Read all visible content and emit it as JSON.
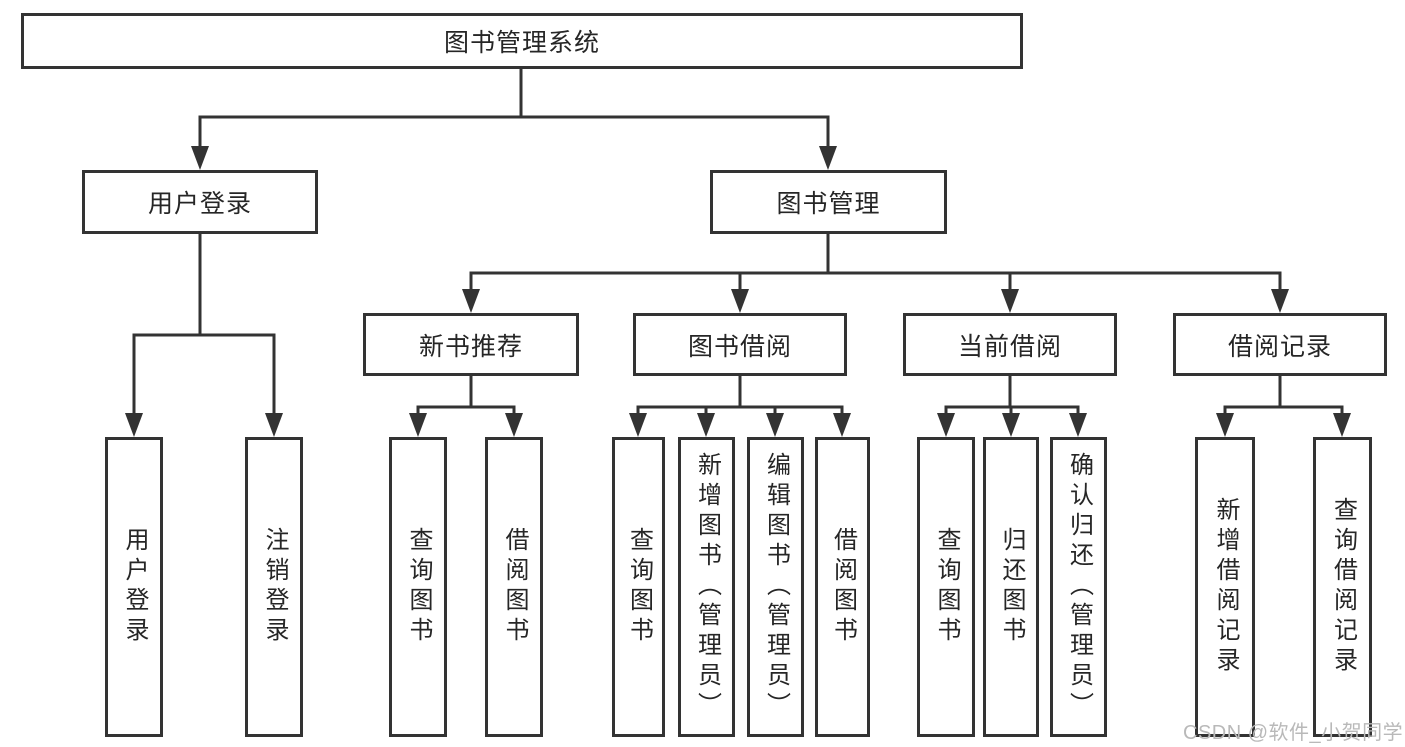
{
  "tree": {
    "root": {
      "label": "图书管理系统"
    },
    "level2": [
      {
        "label": "用户登录"
      },
      {
        "label": "图书管理"
      }
    ],
    "level3": [
      {
        "label": "新书推荐"
      },
      {
        "label": "图书借阅"
      },
      {
        "label": "当前借阅"
      },
      {
        "label": "借阅记录"
      }
    ],
    "leaves": {
      "user_login": [
        {
          "label": "用户登录"
        },
        {
          "label": "注销登录"
        }
      ],
      "new_book": [
        {
          "label": "查询图书"
        },
        {
          "label": "借阅图书"
        }
      ],
      "book_borrow": [
        {
          "label": "查询图书"
        },
        {
          "label": "新增图书（管理员）"
        },
        {
          "label": "编辑图书（管理员）"
        },
        {
          "label": "借阅图书"
        }
      ],
      "current_borrow": [
        {
          "label": "查询图书"
        },
        {
          "label": "归还图书"
        },
        {
          "label": "确认归还（管理员）"
        }
      ],
      "borrow_record": [
        {
          "label": "新增借阅记录"
        },
        {
          "label": "查询借阅记录"
        }
      ]
    }
  },
  "watermark": {
    "text": "CSDN @软件_小贺同学"
  },
  "colors": {
    "line": "#333333",
    "box_border": "#333333",
    "text": "#262626",
    "watermark": "#b9b9b9",
    "background": "#ffffff"
  }
}
